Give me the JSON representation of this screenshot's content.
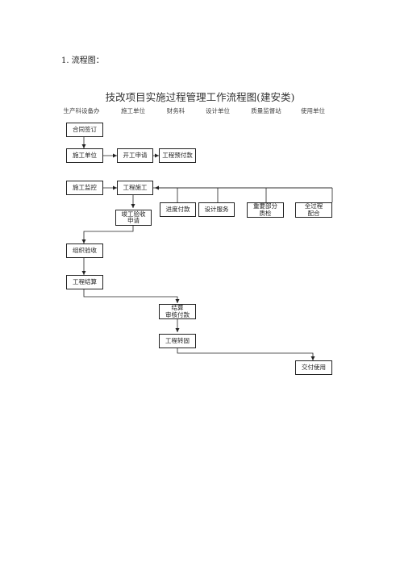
{
  "heading": "1.  流程图：",
  "title": "技改项目实施过程管理工作流程图(建安类)",
  "columns": [
    "生产科设备办",
    "施工单位",
    "财务科",
    "设计单位",
    "质量监督站",
    "使用单位"
  ],
  "boxes": {
    "contract_signing": "合同签订",
    "construction_unit": "施工单位",
    "start_application": "开工申请",
    "advance_payment": "工程预付款",
    "construction_supervision": "施工监控",
    "construction": "工程施工",
    "progress_payment": "进度付款",
    "design_service": "设计服务",
    "key_part_inspection": "重要部分\n质检",
    "full_coordination": "全过程\n配合",
    "completion_application": "竣工验收\n申请",
    "organize_acceptance": "组织验收",
    "settlement": "工程结算",
    "settlement_audit": "结算\n审核付款",
    "asset_transfer": "工程转固",
    "handover": "交付使用"
  }
}
